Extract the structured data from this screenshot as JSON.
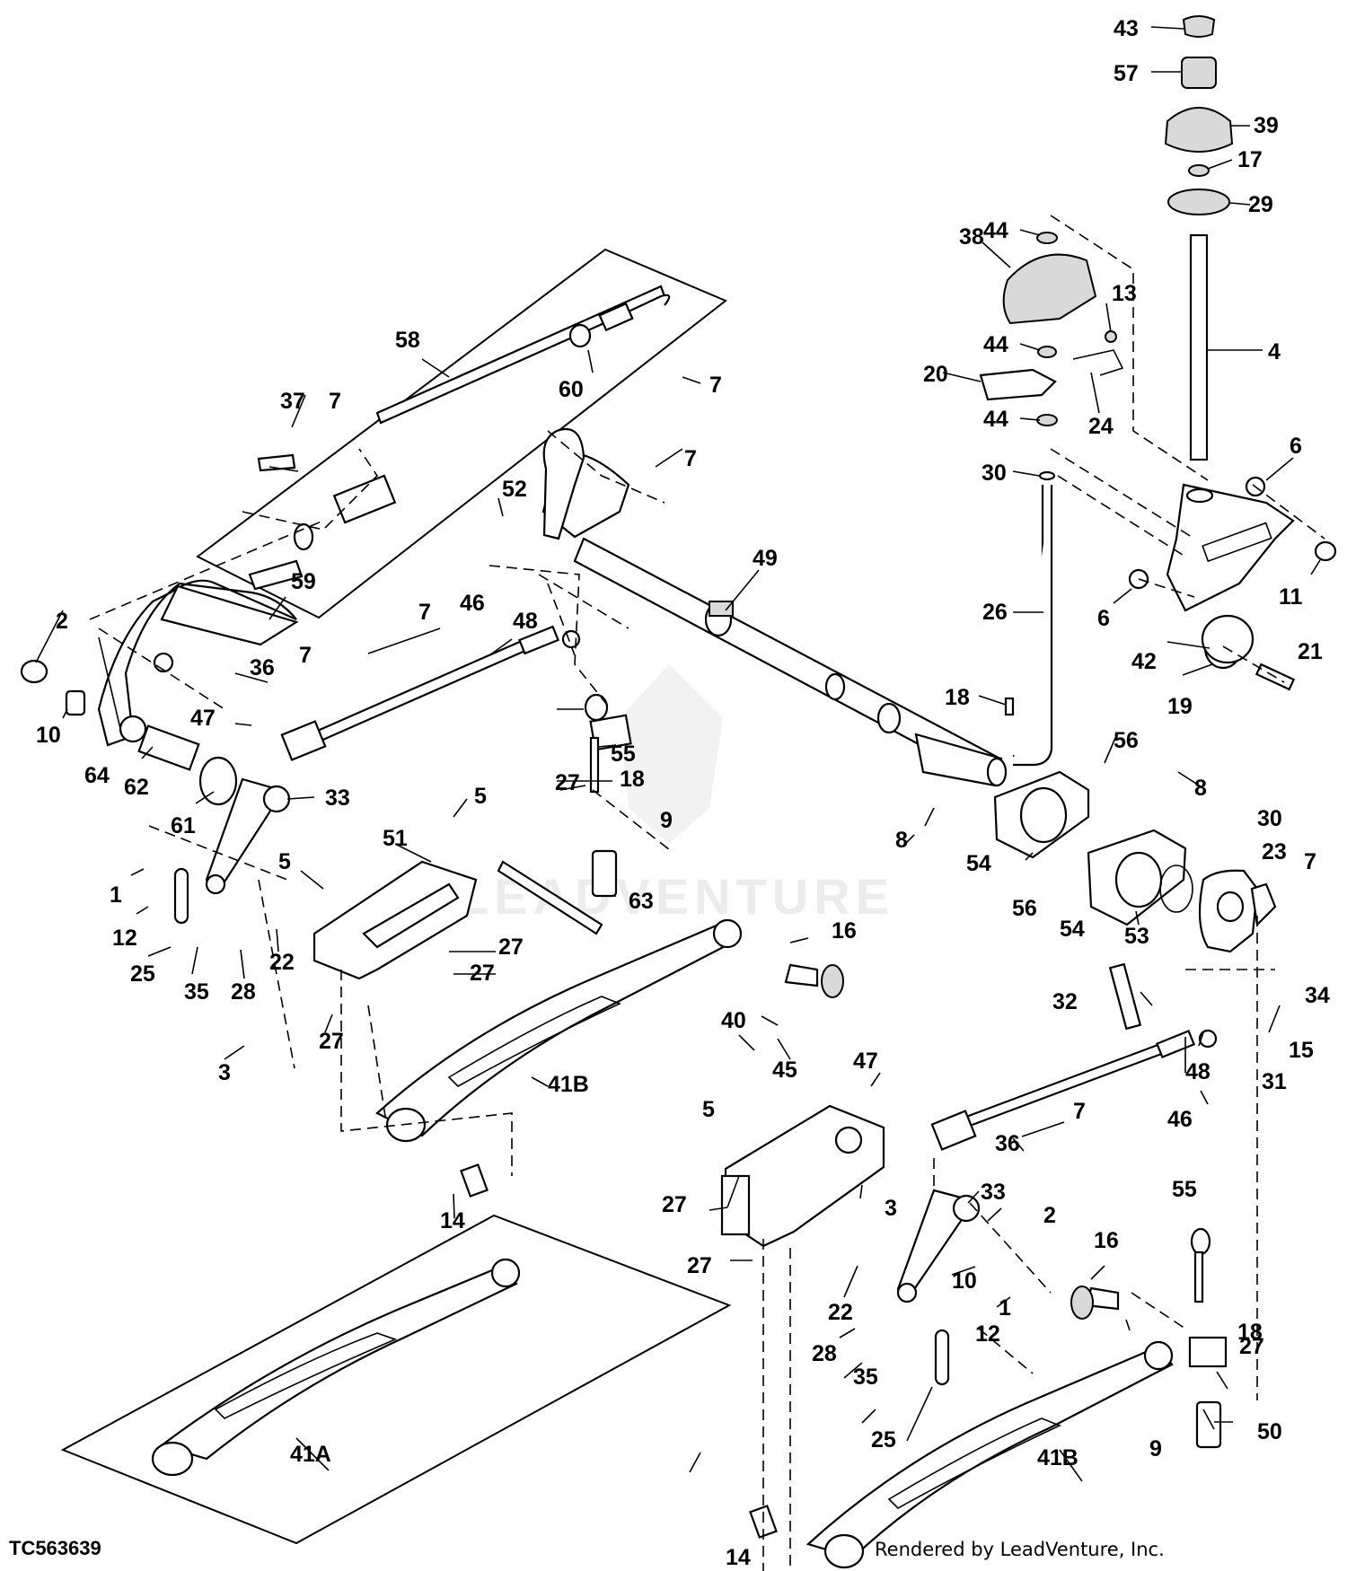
{
  "figure_id": "TC563639",
  "render_credit": "Rendered by LeadVenture, Inc.",
  "watermark": "LEADVENTURE",
  "callouts": [
    "1",
    "2",
    "3",
    "4",
    "5",
    "6",
    "7",
    "8",
    "9",
    "10",
    "11",
    "12",
    "13",
    "14",
    "15",
    "16",
    "17",
    "18",
    "19",
    "20",
    "21",
    "22",
    "23",
    "24",
    "25",
    "26",
    "27",
    "28",
    "29",
    "30",
    "31",
    "32",
    "33",
    "34",
    "35",
    "36",
    "37",
    "38",
    "39",
    "40",
    "41A",
    "41B",
    "42",
    "43",
    "44",
    "45",
    "46",
    "47",
    "48",
    "49",
    "50",
    "51",
    "52",
    "53",
    "54",
    "55",
    "56",
    "57",
    "58",
    "59",
    "60",
    "61",
    "62",
    "63",
    "64"
  ]
}
